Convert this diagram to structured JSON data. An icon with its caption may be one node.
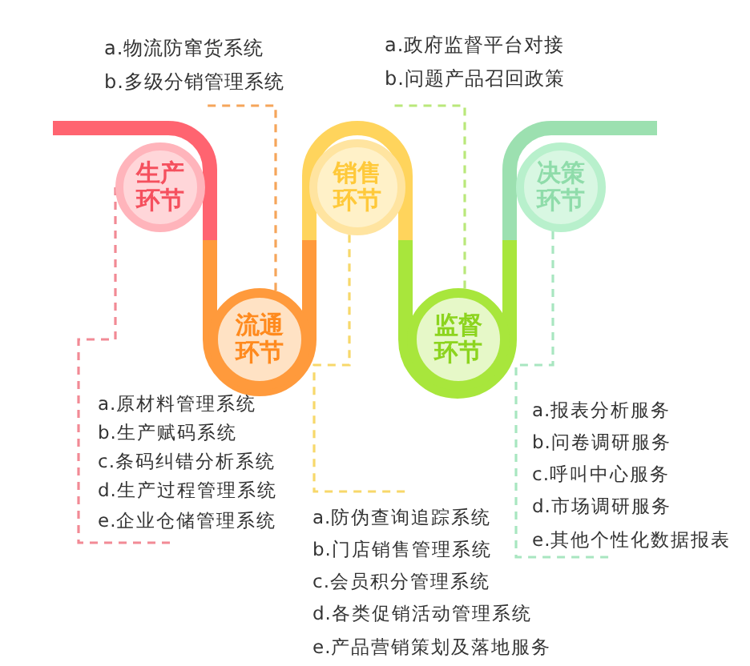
{
  "diagram": {
    "nodes": [
      {
        "text": [
          "a.物流防窜货系统",
          "b.多级分销管理系统"
        ]
      },
      {
        "text": [
          "a.政府监督平台对接",
          "b.问题产品召回政策"
        ]
      },
      {
        "text": [
          "生产环节"
        ]
      },
      {
        "text": [
          "流通环节"
        ]
      },
      {
        "text": [
          "销售环节"
        ]
      },
      {
        "text": [
          "监督环节"
        ]
      },
      {
        "text": [
          "决策环节"
        ]
      },
      {
        "text": [
          "a.原材料管理系统",
          "b.生产赋码系统",
          "c.条码纠错分析系统",
          "d.生产过程管理系统",
          "e.企业仓储管理系统"
        ]
      },
      {
        "text": [
          "a.防伪查询追踪系统",
          "b.门店销售管理系统",
          "c.会员积分管理系统",
          "d.各类促销活动管理系统",
          "e.产品营销策划及落地服务"
        ]
      },
      {
        "text": [
          "a.报表分析服务",
          "b.问卷调研服务",
          "c.呼叫中心服务",
          "d.市场调研服务",
          "e.其他个性化数据报表"
        ]
      }
    ],
    "edges": [
      {
        "from": 3,
        "to": 0,
        "arrow": "none",
        "style": "dashed",
        "color": "#f5a55a"
      },
      {
        "from": 5,
        "to": 1,
        "arrow": "none",
        "style": "dashed",
        "color": "#b9e87a"
      },
      {
        "from": 2,
        "to": 7,
        "arrow": "none",
        "style": "dashed",
        "color": "#f28a95"
      },
      {
        "from": 4,
        "to": 8,
        "arrow": "none",
        "style": "dashed",
        "color": "#f7d86a"
      },
      {
        "from": 6,
        "to": 9,
        "arrow": "none",
        "style": "dashed",
        "color": "#a8e6c0"
      }
    ]
  }
}
